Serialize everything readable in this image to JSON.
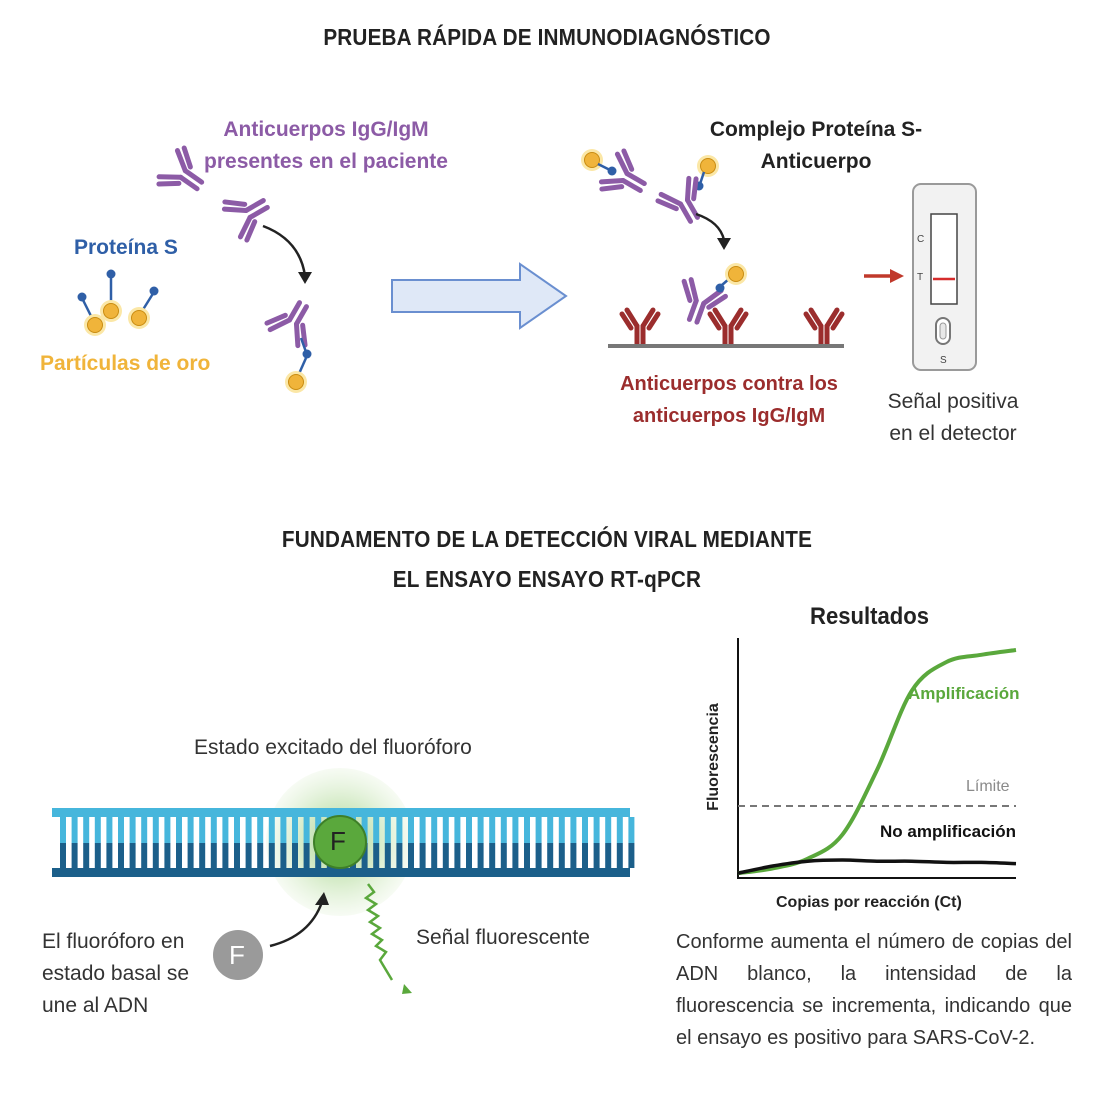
{
  "top": {
    "title": "PRUEBA RÁPIDA DE INMUNODIAGNÓSTICO",
    "antibodies_label_line1": "Anticuerpos IgG/IgM",
    "antibodies_label_line2": "presentes en el paciente",
    "protein_label": "Proteína S",
    "gold_label": "Partículas de oro",
    "complex_label_line1": "Complejo Proteína S-",
    "complex_label_line2": "Anticuerpo",
    "anti_antibodies_line1": "Anticuerpos contra los",
    "anti_antibodies_line2": "anticuerpos IgG/IgM",
    "signal_line1": "Señal positiva",
    "signal_line2": "en el detector",
    "cassette_c": "C",
    "cassette_t": "T",
    "cassette_s": "S"
  },
  "bottom": {
    "title_line1": "FUNDAMENTO DE LA DETECCIÓN VIRAL  MEDIANTE",
    "title_line2": "EL ENSAYO ENSAYO RT-qPCR",
    "excited_label": "Estado excitado del fluoróforo",
    "fluor_letter": "F",
    "basal_label_line1": "El fluoróforo en",
    "basal_label_line2": "estado basal se",
    "basal_label_line3": "une al ADN",
    "signal_label": "Señal fluorescente",
    "paragraph": "Conforme aumenta el número de copias del ADN blanco, la intensidad de la fluorescencia se incrementa, indicando que el ensayo es positivo para SARS-CoV-2."
  },
  "chart_data": {
    "type": "line",
    "title": "Resultados",
    "xlabel": "Copias por reacción  (Ct)",
    "ylabel": "Fluorescencia",
    "threshold_label": "Límite",
    "series": [
      {
        "name": "Amplificación",
        "color": "#5aa83c",
        "values": [
          0.02,
          0.04,
          0.08,
          0.18,
          0.45,
          0.78,
          0.9,
          0.93,
          0.95
        ]
      },
      {
        "name": "No amplificación",
        "color": "#111111",
        "values": [
          0.02,
          0.05,
          0.07,
          0.075,
          0.07,
          0.07,
          0.065,
          0.065,
          0.06
        ]
      }
    ],
    "x": [
      0,
      1,
      2,
      3,
      4,
      5,
      6,
      7,
      8
    ],
    "threshold": 0.3,
    "ylim": [
      0,
      1
    ]
  },
  "colors": {
    "antibody": "#8c5ba6",
    "anti_antibody": "#9b2d2d",
    "gold": "#f0b43a",
    "protein": "#2f5fa7",
    "dna_light": "#46b6dc",
    "dna_dark": "#1b5f8a",
    "fluor_green": "#5aa83c"
  }
}
